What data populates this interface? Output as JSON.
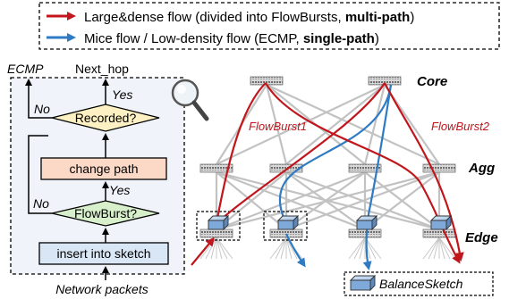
{
  "legend": {
    "large_flow_prefix": "Large&dense flow (divided into FlowBursts, ",
    "large_flow_bold": "multi-path",
    "large_flow_suffix": ")",
    "mice_flow_prefix": "Mice flow / Low-density flow (ECMP, ",
    "mice_flow_bold": "single-path",
    "mice_flow_suffix": ")",
    "large_color": "#c0161c",
    "mice_color": "#2e7bc4"
  },
  "flowchart": {
    "ecmp_label": "ECMP",
    "next_hop_label": "Next_hop",
    "yes_top": "Yes",
    "no_top": "No",
    "recorded_label": "Recorded?",
    "change_path_label": "change path",
    "yes_bottom": "Yes",
    "no_bottom": "No",
    "flowburst_label": "FlowBurst?",
    "insert_label": "insert into sketch",
    "packets_label": "Network packets",
    "magnifier_icon": "magnifier-icon"
  },
  "topology": {
    "core_label": "Core",
    "agg_label": "Agg",
    "edge_label": "Edge",
    "flowburst1_label": "FlowBurst1",
    "flowburst2_label": "FlowBurst2",
    "balance_sketch_label": "BalanceSketch"
  }
}
